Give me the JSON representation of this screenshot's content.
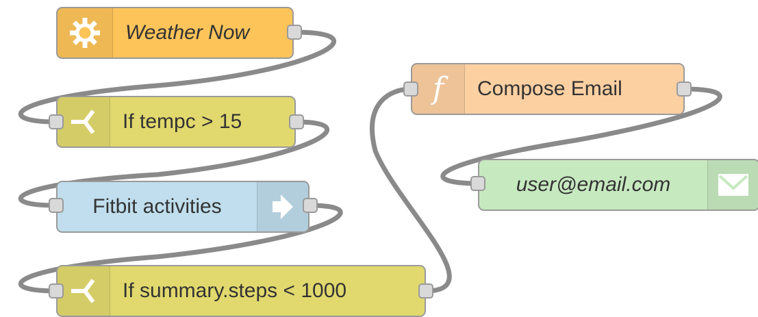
{
  "colors": {
    "wire": "#8a8a8a",
    "port_fill": "#d9d9d9",
    "node_border": "#9a9a9a",
    "inject": "#fdc45a",
    "switch": "#e2d96e",
    "fitbit": "#c0deed",
    "function": "#fdd0a2",
    "email": "#c7e9c0"
  },
  "nodes": {
    "weather": {
      "label": "Weather Now",
      "icon": "sun-icon"
    },
    "switch1": {
      "label": "If tempc > 15",
      "icon": "switch-icon"
    },
    "fitbit": {
      "label": "Fitbit activities",
      "icon": "arrow-right-icon"
    },
    "switch2": {
      "label": "If summary.steps < 1000",
      "icon": "switch-icon"
    },
    "compose": {
      "label": "Compose Email",
      "icon": "function-icon"
    },
    "email": {
      "label": "user@email.com",
      "icon": "envelope-icon"
    }
  }
}
